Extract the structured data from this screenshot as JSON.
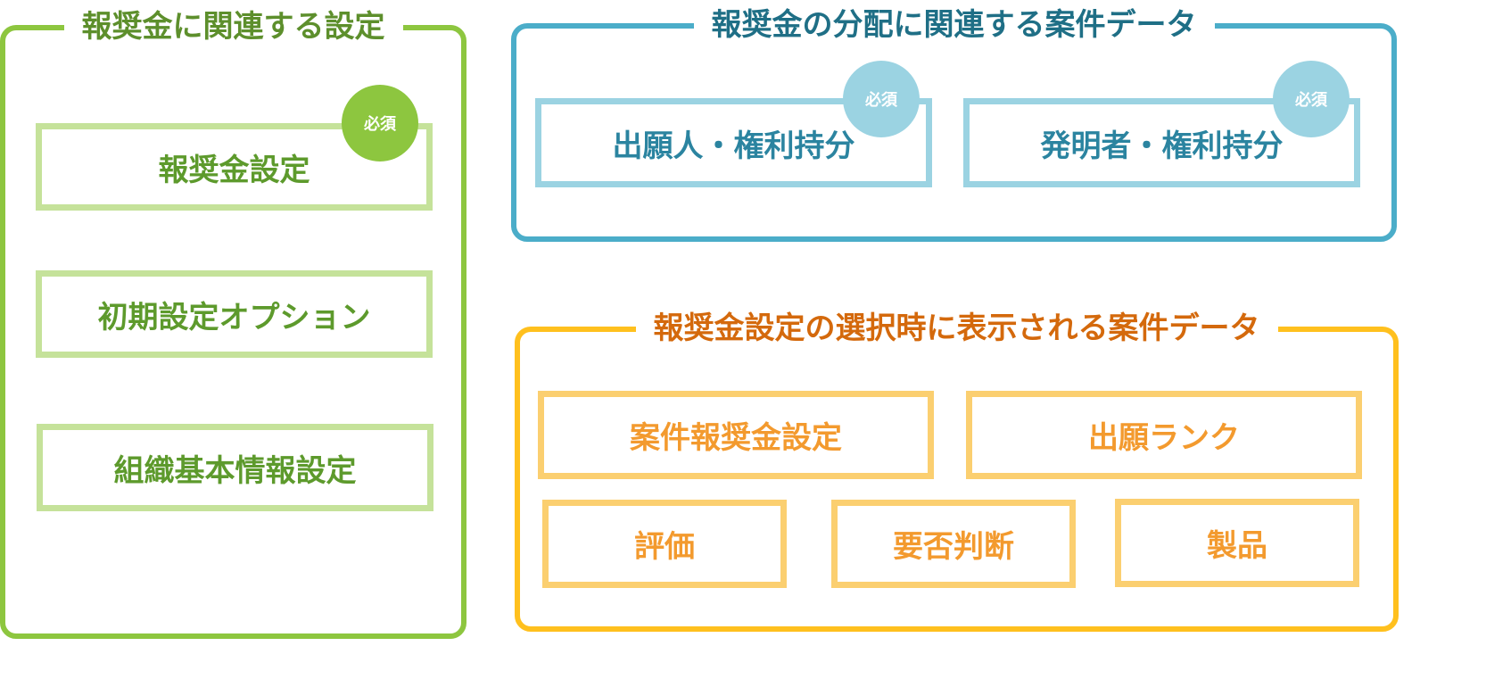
{
  "settings_panel": {
    "title": "報奨金に関連する設定",
    "items": [
      {
        "label": "報奨金設定",
        "badge": "必須"
      },
      {
        "label": "初期設定オプション"
      },
      {
        "label": "組織基本情報設定"
      }
    ]
  },
  "distribution_panel": {
    "title": "報奨金の分配に関連する案件データ",
    "items": [
      {
        "label": "出願人・権利持分",
        "badge": "必須"
      },
      {
        "label": "発明者・権利持分",
        "badge": "必須"
      }
    ]
  },
  "display_panel": {
    "title": "報奨金設定の選択時に表示される案件データ",
    "items": [
      {
        "label": "案件報奨金設定"
      },
      {
        "label": "出願ランク"
      },
      {
        "label": "評価"
      },
      {
        "label": "要否判断"
      },
      {
        "label": "製品"
      }
    ]
  },
  "colors": {
    "green": "#8dc63f",
    "green_light": "#c5e29a",
    "blue": "#4badc9",
    "blue_light": "#9bd3e2",
    "orange": "#ffc01e",
    "orange_light": "#fbcf70"
  }
}
